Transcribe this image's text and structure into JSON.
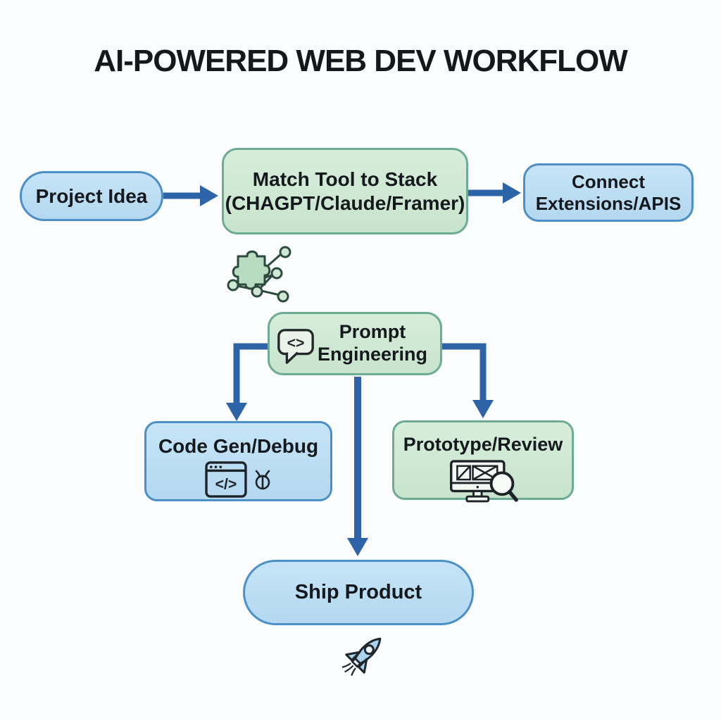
{
  "title": "AI-POWERED WEB DEV WORKFLOW",
  "nodes": {
    "project_idea": {
      "label": "Project Idea"
    },
    "match_tool": {
      "line1": "Match Tool to Stack",
      "line2": "(CHAGPT/Claude/Framer)"
    },
    "connect_extensions": {
      "line1": "Connect",
      "line2": "Extensions/APIS"
    },
    "prompt_engineering": {
      "line1": "Prompt",
      "line2": "Engineering"
    },
    "code_gen": {
      "label": "Code Gen/Debug"
    },
    "prototype_review": {
      "label": "Prototype/Review"
    },
    "ship_product": {
      "label": "Ship Product"
    }
  },
  "icons": {
    "puzzle_network": "puzzle piece with connected nodes",
    "chat_code_bubble": "speech bubble with code glyph",
    "chat_code_glyph": "<>",
    "code_window": "browser window with code glyph",
    "code_window_glyph": "</>",
    "bug": "bug",
    "monitor_magnifier": "monitor with wireframe and magnifying glass",
    "rocket": "rocket"
  },
  "colors": {
    "blue_fill": "#b9dcf2",
    "blue_border": "#4b8fc6",
    "green_fill": "#cfe8d3",
    "green_border": "#6cab94",
    "arrow": "#2d64a7",
    "text": "#15181c",
    "background": "#fbfcfd"
  }
}
